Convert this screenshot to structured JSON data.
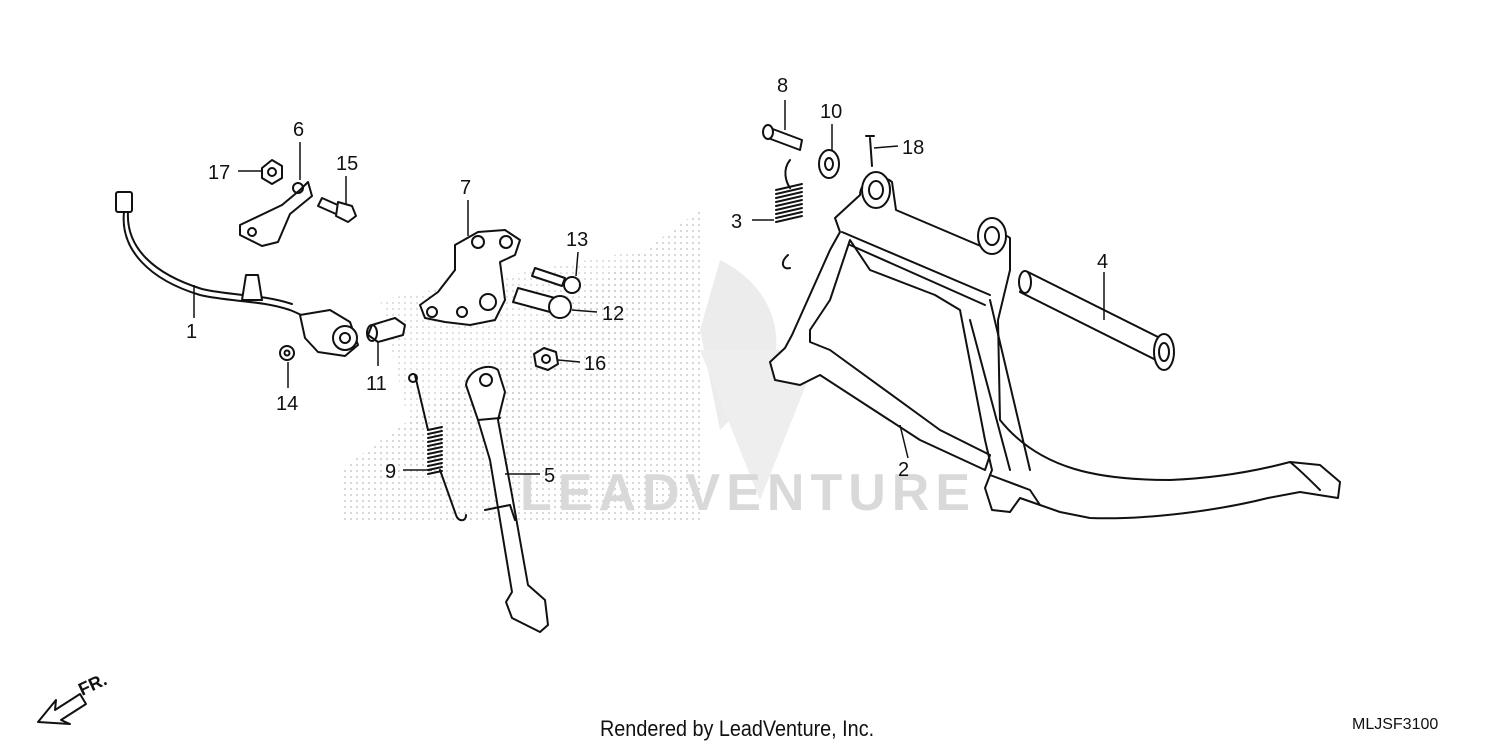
{
  "diagram": {
    "callouts": [
      {
        "id": "1",
        "text": "1"
      },
      {
        "id": "2",
        "text": "2"
      },
      {
        "id": "3",
        "text": "3"
      },
      {
        "id": "4",
        "text": "4"
      },
      {
        "id": "5",
        "text": "5"
      },
      {
        "id": "6",
        "text": "6"
      },
      {
        "id": "7",
        "text": "7"
      },
      {
        "id": "8",
        "text": "8"
      },
      {
        "id": "9",
        "text": "9"
      },
      {
        "id": "10",
        "text": "10"
      },
      {
        "id": "11",
        "text": "11"
      },
      {
        "id": "12",
        "text": "12"
      },
      {
        "id": "13",
        "text": "13"
      },
      {
        "id": "14",
        "text": "14"
      },
      {
        "id": "15",
        "text": "15"
      },
      {
        "id": "16",
        "text": "16"
      },
      {
        "id": "17",
        "text": "17"
      },
      {
        "id": "18",
        "text": "18"
      }
    ],
    "direction_label": "FR.",
    "watermark_text": "LEADVENTURE",
    "credit": "Rendered by LeadVenture, Inc.",
    "diagram_code": "MLJSF3100"
  }
}
